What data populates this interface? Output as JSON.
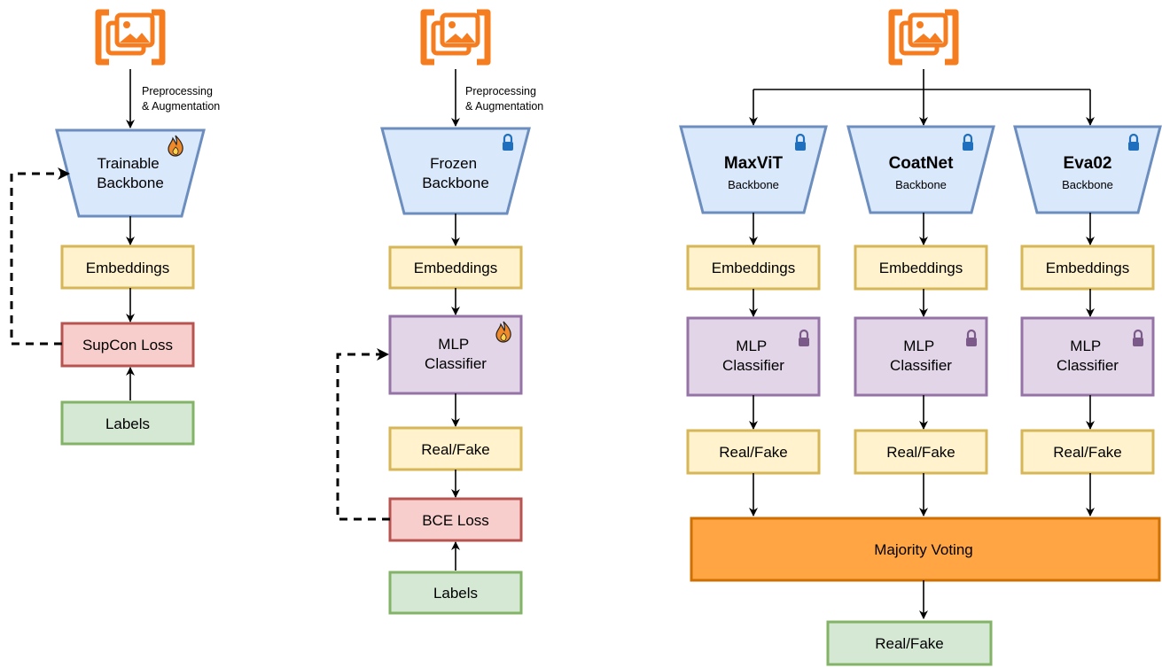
{
  "colors": {
    "image_icon": "#f57c1f",
    "backbone_fill": "#dae8fc",
    "backbone_stroke": "#6c8ebf",
    "embedding_fill": "#fff2cc",
    "embedding_stroke": "#d6b656",
    "loss_fill": "#f8cecc",
    "loss_stroke": "#b85450",
    "label_fill": "#d5e8d4",
    "label_stroke": "#82b366",
    "mlp_fill": "#e1d5e7",
    "mlp_stroke": "#9673a6",
    "voting_fill": "#ffa544",
    "voting_stroke": "#d07000",
    "lock_blue": "#1f6fbf",
    "lock_purple": "#7b5a8a"
  },
  "pipeline1": {
    "input_icon": "image-stack-icon",
    "preprocess": [
      "Preprocessing",
      "& Augmentation"
    ],
    "backbone": [
      "Trainable",
      "Backbone"
    ],
    "backbone_badge": "flame-icon",
    "embeddings": "Embeddings",
    "loss": "SupCon Loss",
    "labels": "Labels"
  },
  "pipeline2": {
    "input_icon": "image-stack-icon",
    "preprocess": [
      "Preprocessing",
      "& Augmentation"
    ],
    "backbone": [
      "Frozen",
      "Backbone"
    ],
    "backbone_badge": "lock-icon",
    "embeddings": "Embeddings",
    "classifier": [
      "MLP",
      "Classifier"
    ],
    "classifier_badge": "flame-icon",
    "output": "Real/Fake",
    "loss": "BCE Loss",
    "labels": "Labels"
  },
  "pipeline3": {
    "input_icon": "image-stack-icon",
    "branches": [
      {
        "name": "MaxViT",
        "sub": "Backbone",
        "embeddings": "Embeddings",
        "classifier": [
          "MLP",
          "Classifier"
        ],
        "output": "Real/Fake"
      },
      {
        "name": "CoatNet",
        "sub": "Backbone",
        "embeddings": "Embeddings",
        "classifier": [
          "MLP",
          "Classifier"
        ],
        "output": "Real/Fake"
      },
      {
        "name": "Eva02",
        "sub": "Backbone",
        "embeddings": "Embeddings",
        "classifier": [
          "MLP",
          "Classifier"
        ],
        "output": "Real/Fake"
      }
    ],
    "voting": "Majority Voting",
    "final_output": "Real/Fake"
  }
}
